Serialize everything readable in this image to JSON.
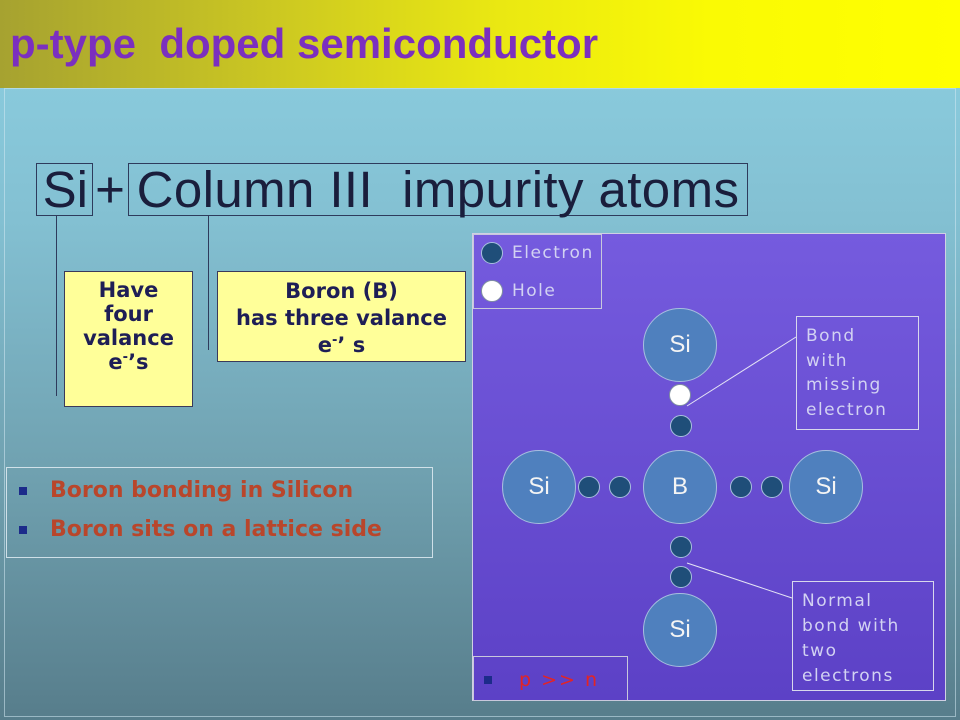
{
  "header": {
    "title": "p-type  doped semiconductor"
  },
  "equation": {
    "si": "Si",
    "plus": "+",
    "impurity": "Column III  impurity atoms"
  },
  "si_note": {
    "lines": [
      "Have",
      "four",
      "valance"
    ],
    "last": {
      "base": "e",
      "sup": "-",
      "tail": "’s"
    }
  },
  "boron_note": {
    "lines": [
      "Boron (B)",
      "has three valance"
    ],
    "last": {
      "base": "e",
      "sup": "-",
      "tail": "’ s"
    }
  },
  "bullets": [
    "Boron bonding in Silicon",
    "Boron sits on a lattice side"
  ],
  "diagram": {
    "legend": {
      "electron": "Electron",
      "hole": "Hole"
    },
    "atoms": {
      "top": "Si",
      "left": "Si",
      "center": "B",
      "right": "Si",
      "bottom": "Si"
    },
    "callouts": {
      "missing": [
        "Bond",
        "with",
        "missing",
        "electron"
      ],
      "normal": [
        "Normal",
        "bond with",
        "two",
        "electrons"
      ]
    },
    "note": "p >> n"
  },
  "icons": {
    "bullet": "square-bullet-icon",
    "electron": "filled-circle",
    "hole": "empty-circle"
  },
  "colors": {
    "title": "#7B2FBF",
    "header_start": "#A6A230",
    "header_end": "#FFFF00",
    "note_fill": "#FFFF99",
    "note_text": "#1E1E56",
    "eq_text": "#1A1E3C",
    "bullet_text": "#B9462B",
    "bullet_mark": "#1C2B8A",
    "panel_top": "#755BDE",
    "panel_bottom": "#5C41C6",
    "atom": "#4F80BE",
    "electron": "#1F4E79",
    "hole": "#FFFFFF",
    "panel_text": "#D2D2F2",
    "ratio_text": "#E42424"
  }
}
